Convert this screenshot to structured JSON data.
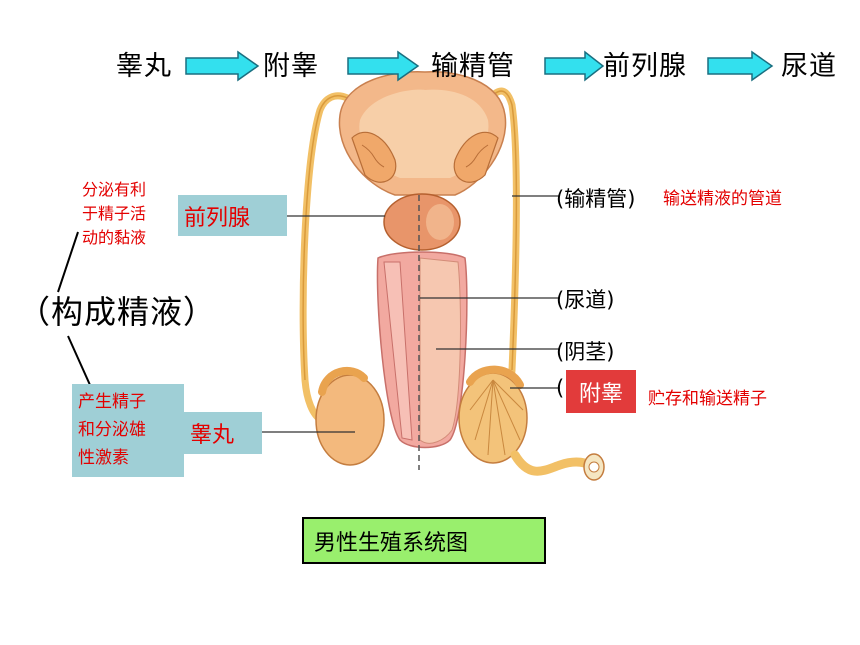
{
  "flow": [
    "睾丸",
    "附睾",
    "输精管",
    "前列腺",
    "尿道"
  ],
  "labels": {
    "vas_deferens": "输精管",
    "urethra": "尿道",
    "penis": "阴茎",
    "epididymis": "附睾",
    "prostate": "前列腺",
    "testis": "睾丸"
  },
  "descriptions": {
    "prostate_desc": [
      "分泌有利",
      "于精子活",
      "动的黏液"
    ],
    "vas_desc": "输送精液的管道",
    "epididymis_desc": "贮存和输送精子",
    "testis_desc": [
      "产生精子",
      "和分泌雄",
      "性激素"
    ]
  },
  "semen_group": "（构成精液）",
  "figure_title": "男性生殖系统图",
  "colors": {
    "arrow_fill": "#33e0ee",
    "box_blue": "#9fcfd6",
    "box_red": "#e23b3b",
    "label_red": "#e30000",
    "title_green": "#99ef6d",
    "organ_flesh": "#f5b98b",
    "tube_yellow": "#f4c46a"
  }
}
